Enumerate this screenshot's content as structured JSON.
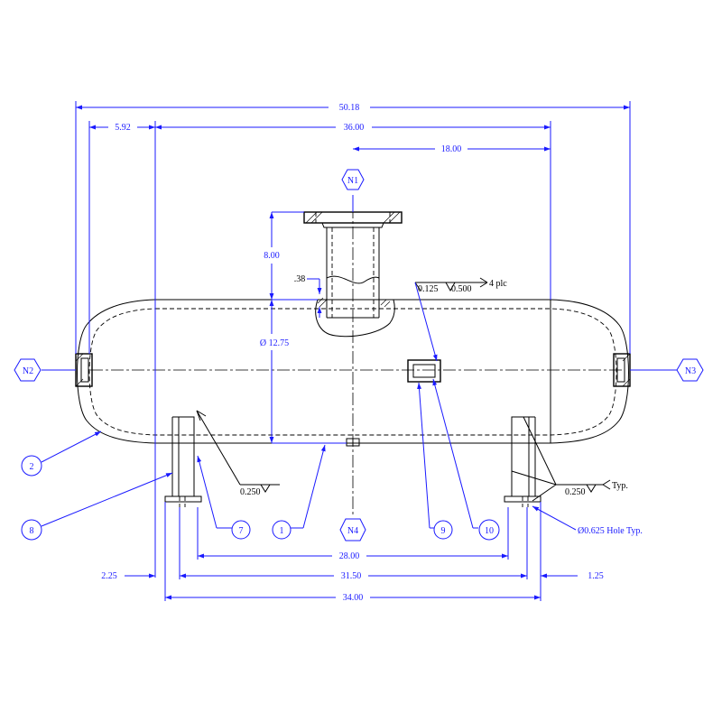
{
  "dimensions": {
    "overall": "50.18",
    "left_offset": "5.92",
    "shell_length": "36.00",
    "n1_offset": "18.00",
    "nozzle_height": "8.00",
    "nozzle_wall": ".38",
    "diameter": "Ø 12.75",
    "saddle_inner": "28.00",
    "hole_span": "31.50",
    "saddle_outer": "34.00",
    "left_gap": "2.25",
    "right_gap": "1.25"
  },
  "weld_notes": {
    "pad_weld_a": "0.125",
    "pad_weld_b": "0.500",
    "pad_weld_count": "4 plc",
    "saddle_weld_left": "0.250",
    "saddle_weld_right": "0.250",
    "saddle_weld_note": "Typ.",
    "hole_note": "Ø0.625  Hole Typ."
  },
  "nozzles": {
    "n1": "N1",
    "n2": "N2",
    "n3": "N3",
    "n4": "N4"
  },
  "items": {
    "i1": "1",
    "i2": "2",
    "i7": "7",
    "i8": "8",
    "i9": "9",
    "i10": "10"
  },
  "colors": {
    "dimension": "#1a1aff",
    "linework": "#000000"
  }
}
